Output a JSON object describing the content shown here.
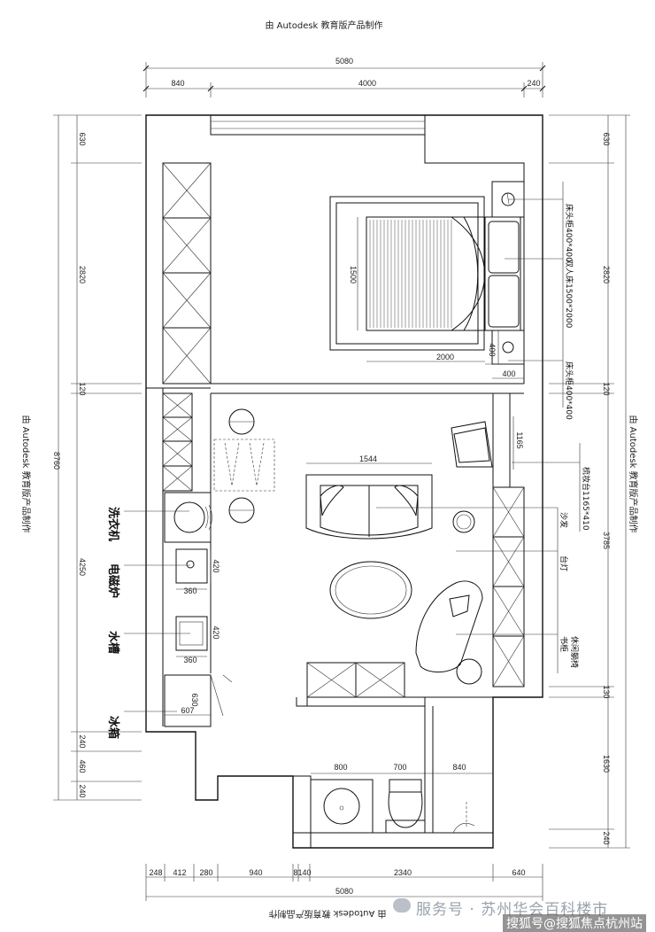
{
  "watermark": {
    "top": "由 Autodesk 教育版产品制作",
    "left": "由 Autodesk 教育版产品制作",
    "right": "由 Autodesk 教育版产品制作",
    "bottom": "由 Autodesk 教育版产品制作"
  },
  "dims": {
    "top_total": "5080",
    "top_a": "840",
    "top_b": "4000",
    "top_c": "240",
    "bottom_total": "5080",
    "bottom_parts": [
      "248",
      "412",
      "280",
      "940",
      "8",
      "140",
      "2340",
      "640"
    ],
    "left_total": "8760",
    "left_a": "630",
    "left_b": "2820",
    "left_c": "120",
    "left_d": "4250",
    "left_e": "240",
    "left_f": "460",
    "left_g": "240",
    "right_a": "630",
    "right_b": "2820",
    "right_c": "120",
    "right_d": "3785",
    "right_e": "130",
    "right_f": "1630",
    "right_g": "240"
  },
  "inner_dims": {
    "bed_w": "1500",
    "bed_l": "2000",
    "nightstand_a": "400",
    "nightstand_b": "400",
    "sofa_w": "1544",
    "desk_d": "1165",
    "washer_d": "420",
    "washer_w": "360",
    "sink_d": "420",
    "sink_w": "360",
    "fridge_d": "630",
    "fridge_w": "607",
    "bath_a": "800",
    "bath_b": "700",
    "bath_c": "840"
  },
  "labels": {
    "nightstand_top": "床头柜400*400",
    "double_bed": "双人床1500*2000",
    "nightstand_bottom": "床头柜400*400",
    "vanity": "梳妆台1165*410",
    "sofa": "沙发",
    "lamp": "台灯",
    "cabinet": "书柜",
    "tatami": "休闲躺椅",
    "washer": "洗衣机",
    "induction": "电磁炉",
    "sink": "水槽",
    "fridge": "冰箱"
  },
  "footer": {
    "service": "服务号 · 苏州华会百科楼市",
    "source": "搜狐号@搜狐焦点杭州站"
  }
}
